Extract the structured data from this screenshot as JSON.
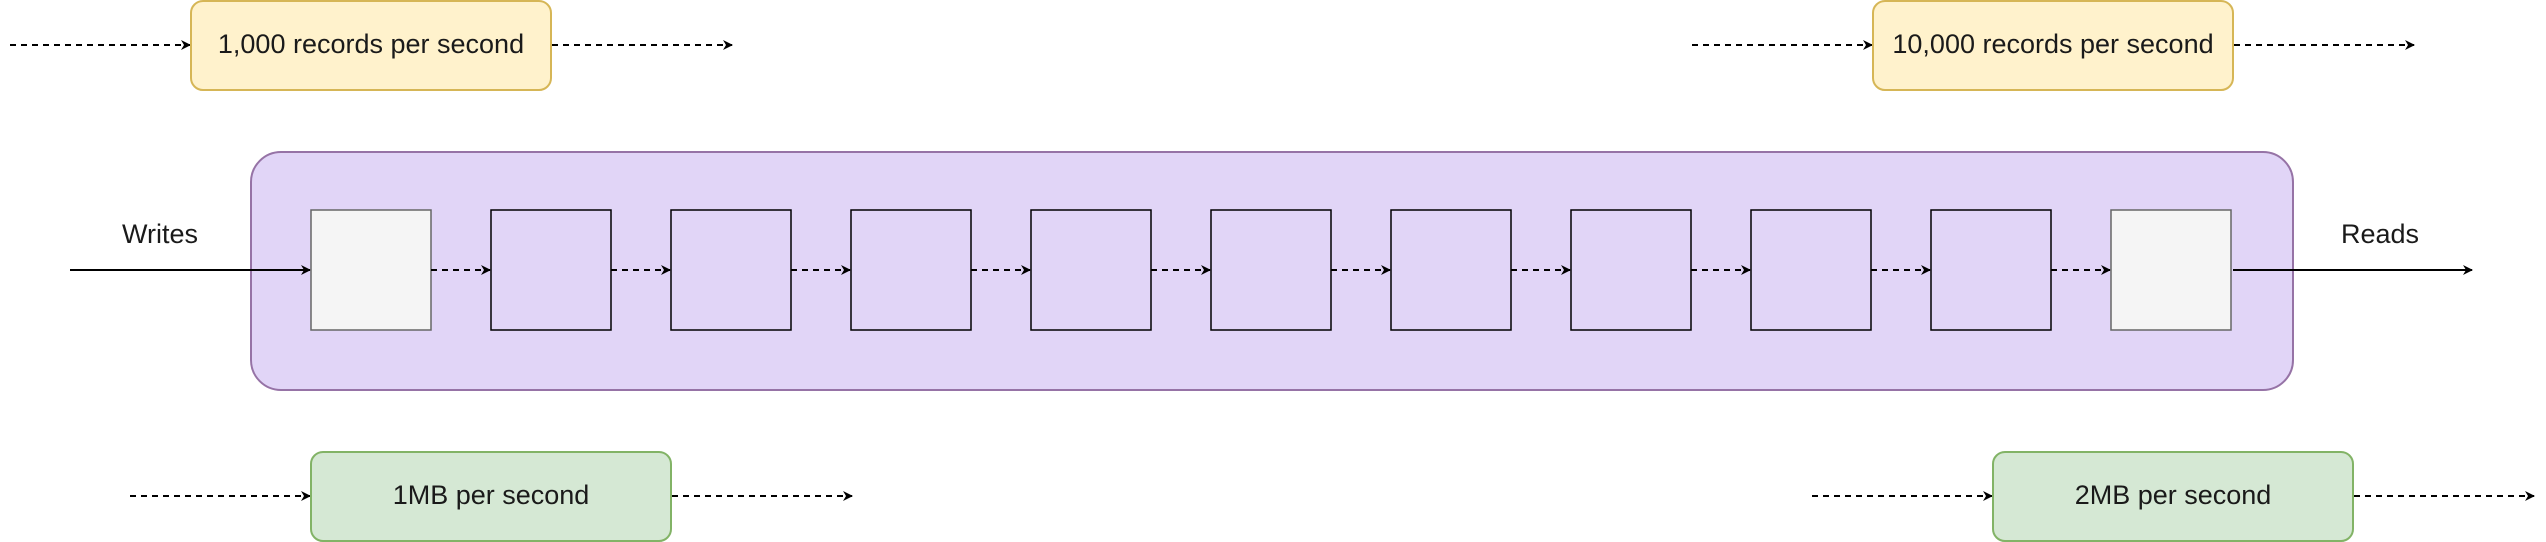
{
  "rates": {
    "top_left": "1,000 records per second",
    "top_right": "10,000 records per second",
    "bottom_left": "1MB per second",
    "bottom_right": "2MB per second"
  },
  "labels": {
    "writes": "Writes",
    "reads": "Reads"
  },
  "stream": {
    "record_count": 11
  },
  "colors": {
    "record_rate_fill": "#fff2cc",
    "record_rate_stroke": "#d6b656",
    "byte_rate_fill": "#d5e8d4",
    "byte_rate_stroke": "#82b366",
    "stream_fill": "#e1d5f7",
    "stream_stroke": "#9673a6",
    "end_record_fill": "#f5f5f5",
    "line": "#000000"
  }
}
